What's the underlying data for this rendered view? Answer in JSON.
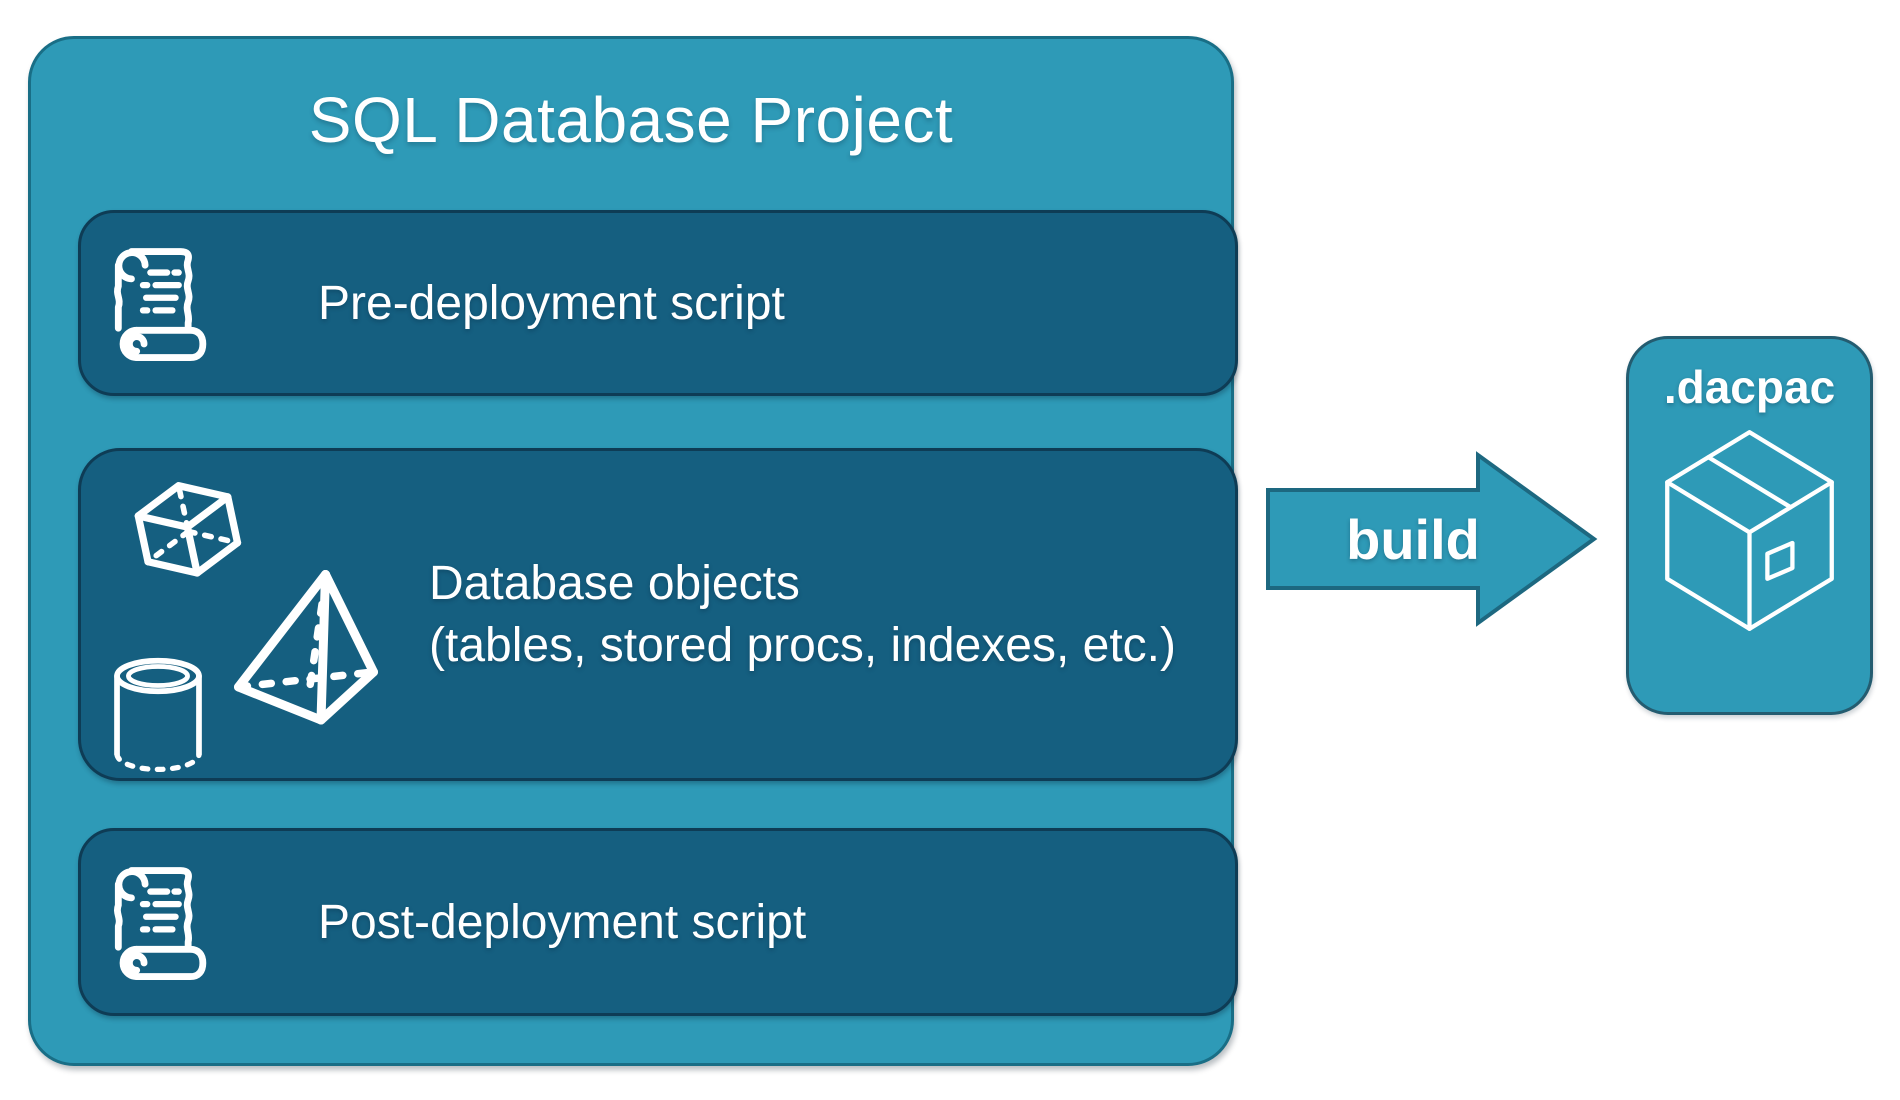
{
  "colors": {
    "canvas_bg": "#ffffff",
    "container_fill": "#2E9AB7",
    "container_stroke": "#196E86",
    "inner_box_fill": "#155F80",
    "inner_box_stroke": "#0E3C55",
    "arrow_fill": "#2E9AB7",
    "arrow_stroke": "#1D6880",
    "dacpac_fill": "#2E9AB7",
    "dacpac_stroke": "#245C70",
    "text_color": "#ffffff"
  },
  "project": {
    "title": "SQL Database Project",
    "boxes": {
      "pre": {
        "label": "Pre-deployment script",
        "icon": "scroll-icon"
      },
      "objects": {
        "label_line1": "Database objects",
        "label_line2": "(tables, stored procs, indexes, etc.)",
        "icons": [
          "cube-icon",
          "pyramid-icon",
          "cylinder-icon"
        ]
      },
      "post": {
        "label": "Post-deployment script",
        "icon": "scroll-icon"
      }
    }
  },
  "build_arrow": {
    "label": "build"
  },
  "dacpac": {
    "label": ".dacpac",
    "icon": "package-icon"
  }
}
